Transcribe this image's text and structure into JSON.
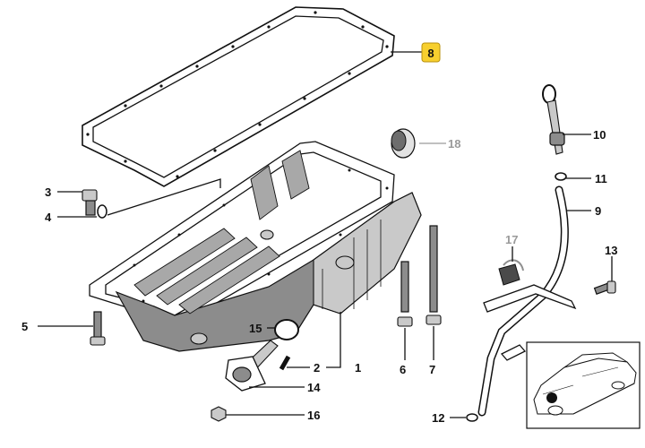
{
  "highlighted_part": "8",
  "parts": [
    {
      "id": "gasket",
      "label": "8",
      "highlighted": true,
      "muted": false
    },
    {
      "id": "plug",
      "label": "18",
      "highlighted": false,
      "muted": true
    },
    {
      "id": "dipstick-handle",
      "label": "10",
      "highlighted": false,
      "muted": false
    },
    {
      "id": "o-ring-small",
      "label": "11",
      "highlighted": false,
      "muted": false
    },
    {
      "id": "dipstick-tube",
      "label": "9",
      "highlighted": false,
      "muted": false
    },
    {
      "id": "drain-plug",
      "label": "3",
      "highlighted": false,
      "muted": false
    },
    {
      "id": "drain-washer",
      "label": "4",
      "highlighted": false,
      "muted": false
    },
    {
      "id": "clip",
      "label": "17",
      "highlighted": false,
      "muted": true
    },
    {
      "id": "bolt-tube",
      "label": "13",
      "highlighted": false,
      "muted": false
    },
    {
      "id": "bolt-short",
      "label": "5",
      "highlighted": false,
      "muted": false
    },
    {
      "id": "o-ring-pump",
      "label": "15",
      "highlighted": false,
      "muted": false
    },
    {
      "id": "stud",
      "label": "2",
      "highlighted": false,
      "muted": false
    },
    {
      "id": "oil-pan",
      "label": "1",
      "highlighted": false,
      "muted": false
    },
    {
      "id": "bolt-long-6",
      "label": "6",
      "highlighted": false,
      "muted": false
    },
    {
      "id": "bolt-long-7",
      "label": "7",
      "highlighted": false,
      "muted": false
    },
    {
      "id": "oil-pump-pickup",
      "label": "14",
      "highlighted": false,
      "muted": false
    },
    {
      "id": "nut",
      "label": "16",
      "highlighted": false,
      "muted": false
    },
    {
      "id": "tube-o-ring",
      "label": "12",
      "highlighted": false,
      "muted": false
    }
  ],
  "colors": {
    "highlight": "#f7cf2e",
    "line": "#111111",
    "muted": "#9a9a9a",
    "pan_shade": "#8c8c8c"
  },
  "icons": {
    "inset": "car-location-icon"
  }
}
